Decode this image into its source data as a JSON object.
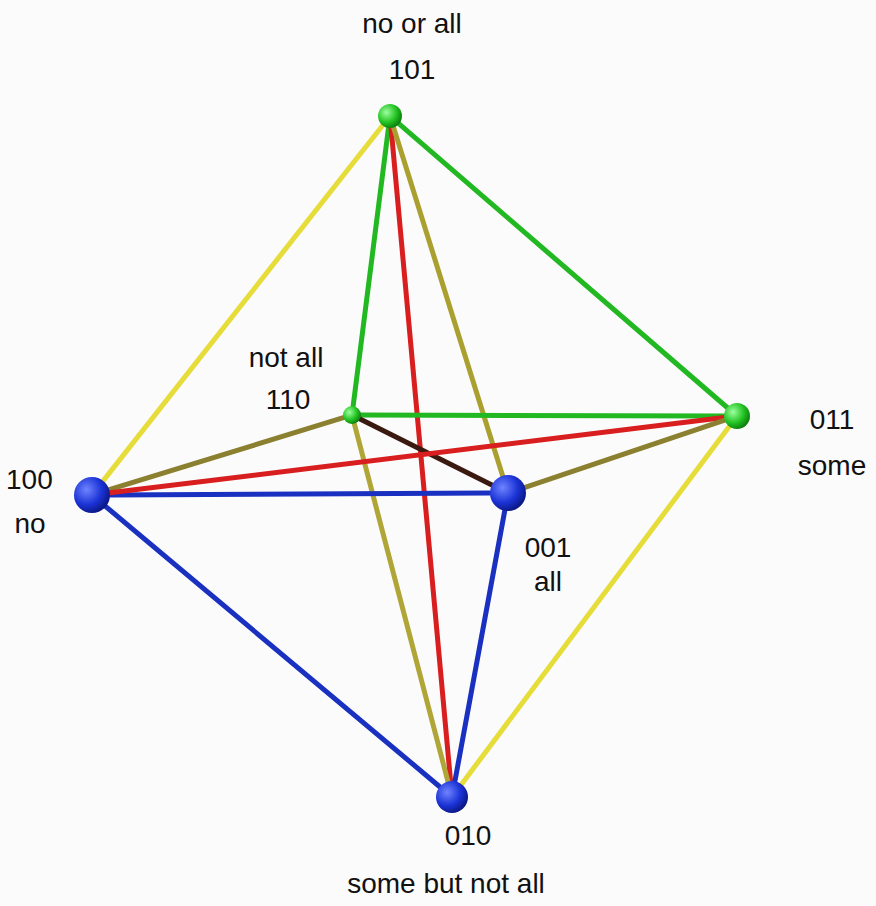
{
  "diagram": {
    "nodes": [
      {
        "text": [
          "no or all",
          "101"
        ]
      },
      {
        "text": [
          "not all",
          "110"
        ]
      },
      {
        "text": [
          "011",
          "some"
        ]
      },
      {
        "text": [
          "100",
          "no"
        ]
      },
      {
        "text": [
          "001",
          "all"
        ]
      },
      {
        "text": [
          "010",
          "some but not all"
        ]
      }
    ],
    "edges": [
      {
        "from": 0,
        "to": 3,
        "arrow": "none"
      },
      {
        "from": 0,
        "to": 2,
        "arrow": "none"
      },
      {
        "from": 0,
        "to": 1,
        "arrow": "none"
      },
      {
        "from": 0,
        "to": 5,
        "arrow": "none"
      },
      {
        "from": 0,
        "to": 4,
        "arrow": "none"
      },
      {
        "from": 1,
        "to": 2,
        "arrow": "none"
      },
      {
        "from": 1,
        "to": 4,
        "arrow": "none"
      },
      {
        "from": 1,
        "to": 3,
        "arrow": "none"
      },
      {
        "from": 1,
        "to": 5,
        "arrow": "none"
      },
      {
        "from": 3,
        "to": 4,
        "arrow": "none"
      },
      {
        "from": 3,
        "to": 5,
        "arrow": "none"
      },
      {
        "from": 4,
        "to": 5,
        "arrow": "none"
      },
      {
        "from": 3,
        "to": 2,
        "arrow": "none"
      },
      {
        "from": 4,
        "to": 2,
        "arrow": "none"
      },
      {
        "from": 2,
        "to": 5,
        "arrow": "none"
      }
    ]
  }
}
